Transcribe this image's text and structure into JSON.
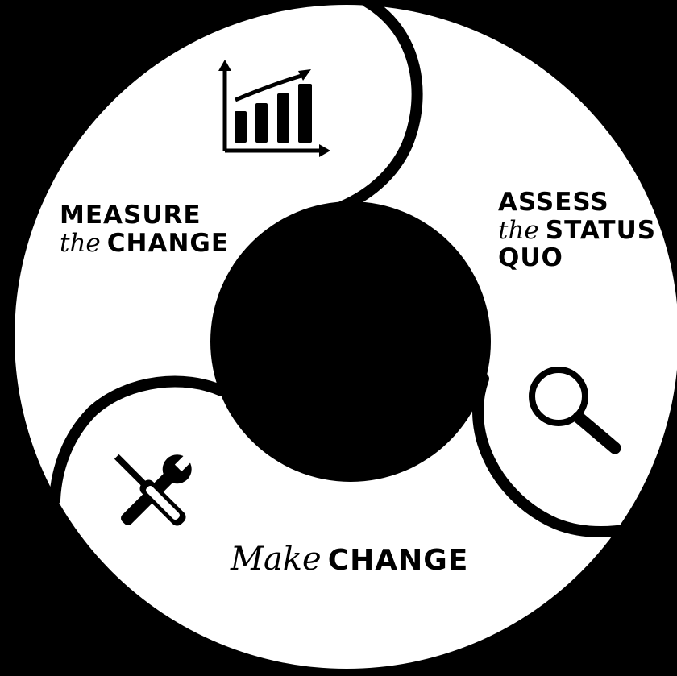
{
  "stages": {
    "measure": {
      "script_word": "the",
      "line1": "MEASURE",
      "line2": "CHANGE",
      "icon": "bar-chart-growth-icon"
    },
    "assess": {
      "script_word": "the",
      "line1": "ASSESS",
      "line2": "STATUS",
      "line3": "QUO",
      "icon": "magnifying-glass-icon"
    },
    "make": {
      "script_word": "Make",
      "line1": "CHANGE",
      "icon": "wrench-screwdriver-icon"
    }
  },
  "colors": {
    "background": "#000000",
    "ring": "#ffffff",
    "text": "#000000"
  }
}
